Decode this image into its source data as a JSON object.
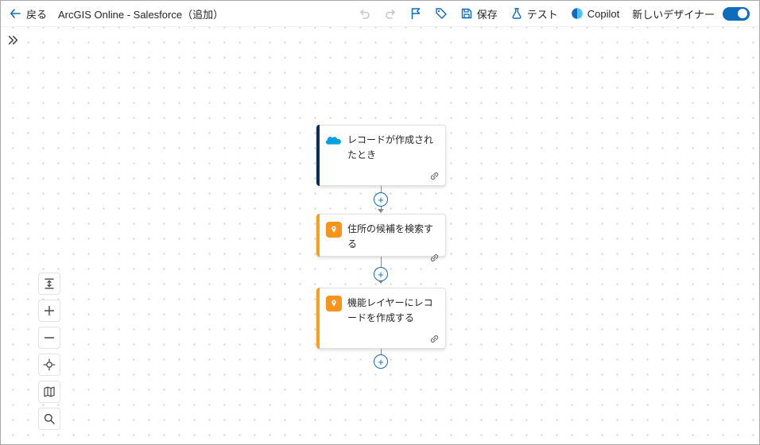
{
  "header": {
    "back_label": "戻る",
    "title": "ArcGIS Online - Salesforce（追加）",
    "save_label": "保存",
    "test_label": "テスト",
    "copilot_label": "Copilot",
    "new_designer_label": "新しいデザイナー",
    "new_designer_toggle_state": "on"
  },
  "canvas": {
    "insert_button_glyph": "+",
    "nodes": [
      {
        "connector": "Salesforce",
        "title": "レコードが作成されたとき",
        "accent_color": "#0d2d52"
      },
      {
        "connector": "ArcGIS",
        "title": "住所の候補を検索する",
        "accent_color": "#f7a01e"
      },
      {
        "connector": "ArcGIS",
        "title": "機能レイヤーにレコードを作成する",
        "accent_color": "#f7a01e"
      }
    ]
  },
  "icons": {
    "back": "left-arrow",
    "undo": "undo-curved-arrow",
    "redo": "redo-curved-arrow",
    "flow_checker": "flag",
    "tag": "tag",
    "save": "floppy-disk",
    "test": "beaker",
    "copilot": "copilot-logo",
    "expand_panel": "double-chevron-right",
    "node_link": "chain-link",
    "controls": [
      "fit-view",
      "zoom-in",
      "zoom-out",
      "center-focus",
      "minimap",
      "search"
    ]
  },
  "colors": {
    "primary_blue": "#0f6cbd",
    "salesforce_blue": "#00a1e0",
    "arcgis_orange": "#f7941e",
    "disabled_gray": "#c8c6c4",
    "connector_gray": "#8a8886"
  }
}
